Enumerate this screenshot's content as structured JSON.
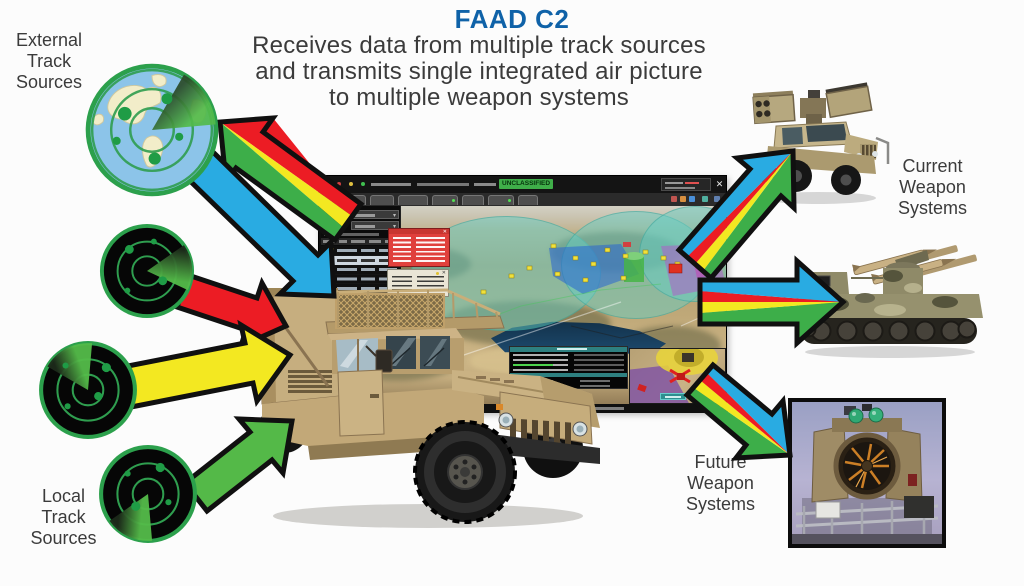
{
  "title": "FAAD C2",
  "subtitle": {
    "line1": "Receives data from multiple track sources",
    "line2": "and transmits single integrated air picture",
    "line3": "to multiple weapon systems"
  },
  "labels": {
    "external_track_sources": {
      "line1": "External",
      "line2": "Track",
      "line3": "Sources"
    },
    "local_track_sources": {
      "line1": "Local",
      "line2": "Track",
      "line3": "Sources"
    },
    "current_weapon_systems": {
      "line1": "Current",
      "line2": "Weapon",
      "line3": "Systems"
    },
    "future_weapon_systems": {
      "line1": "Future",
      "line2": "Weapon",
      "line3": "Systems"
    }
  },
  "software_window": {
    "classification_banner": "UNCLASSIFIED",
    "close_label": "✕"
  },
  "icons": {
    "globe_radar": "globe-radar-icon",
    "radar_scope": "radar-scope-icon",
    "data_arrow": "multicolor-data-arrow"
  },
  "colors": {
    "title_blue": "#0f62a8",
    "text_dark": "#3b3b3b",
    "arrow_blue": "#29abe2",
    "arrow_red": "#ec1c24",
    "arrow_yellow": "#f3e821",
    "arrow_green": "#54b948",
    "stripe_green": "#3dae49",
    "radar_green": "#2ca04c",
    "unclassified_green": "#3fae49"
  }
}
